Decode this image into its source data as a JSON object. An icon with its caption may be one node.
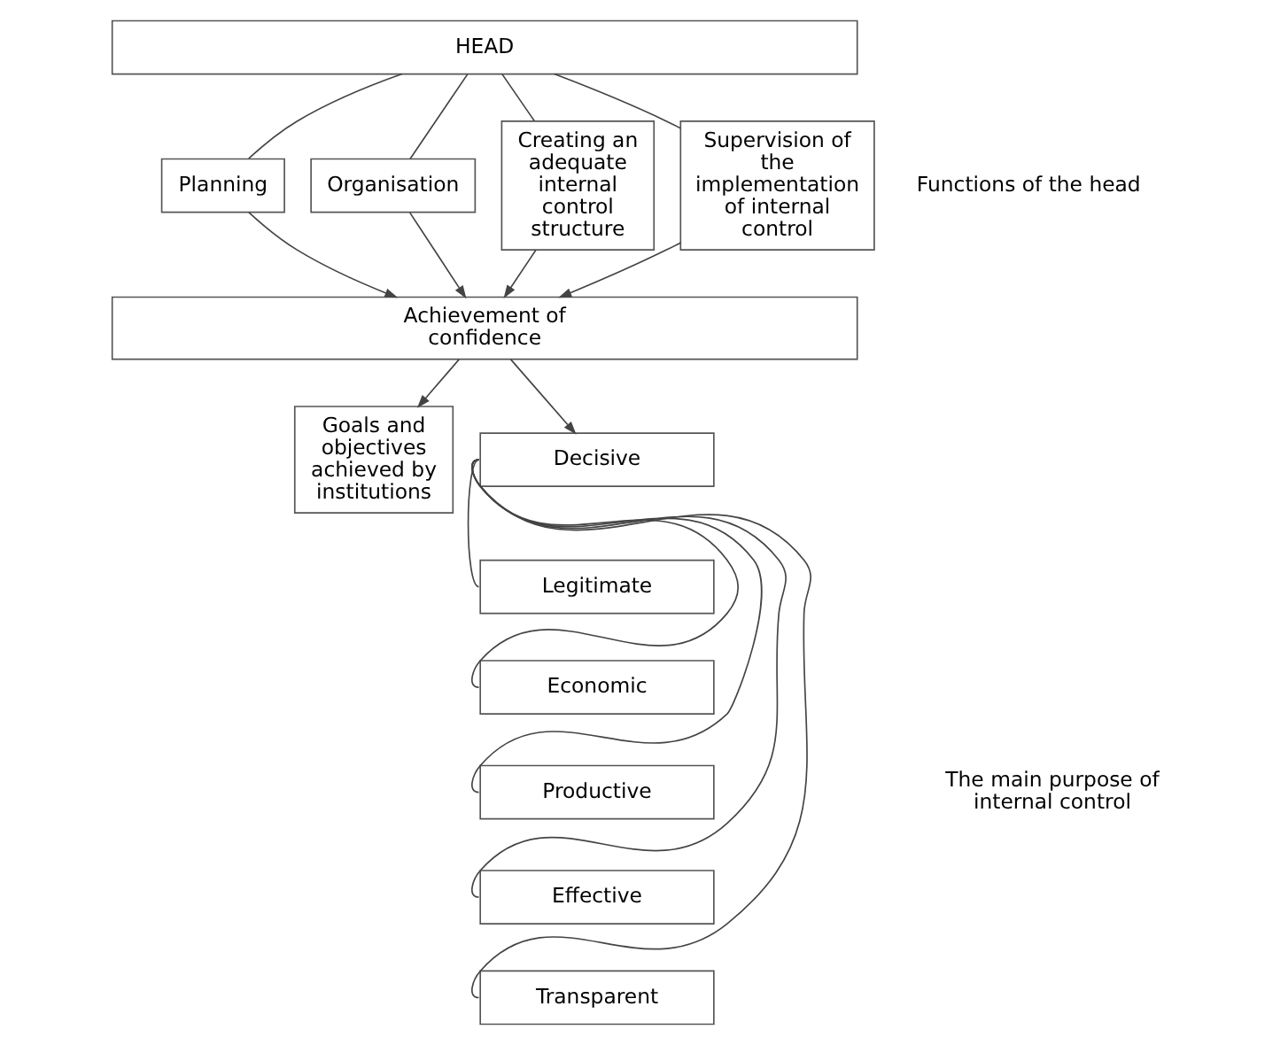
{
  "diagram": {
    "nodes": [
      {
        "text": [
          "HEAD"
        ]
      },
      {
        "text": [
          "Planning"
        ]
      },
      {
        "text": [
          "Organisation"
        ]
      },
      {
        "text": [
          "Creating an adequate internal control structure"
        ]
      },
      {
        "text": [
          "Supervision of the implementation of internal control"
        ]
      },
      {
        "text": [
          "Achievement of confidence"
        ]
      },
      {
        "text": [
          "Goals and objectives achieved by institutions"
        ]
      },
      {
        "text": [
          "Decisive"
        ]
      },
      {
        "text": [
          "Legitimate"
        ]
      },
      {
        "text": [
          "Economic"
        ]
      },
      {
        "text": [
          "Productive"
        ]
      },
      {
        "text": [
          "Effective"
        ]
      },
      {
        "text": [
          "Transparent"
        ]
      }
    ],
    "edges": [
      {
        "from": 0,
        "to": 1,
        "arrow": "none"
      },
      {
        "from": 0,
        "to": 2,
        "arrow": "none"
      },
      {
        "from": 0,
        "to": 3,
        "arrow": "none"
      },
      {
        "from": 0,
        "to": 4,
        "arrow": "none"
      },
      {
        "from": 1,
        "to": 5,
        "arrow": "to"
      },
      {
        "from": 2,
        "to": 5,
        "arrow": "to"
      },
      {
        "from": 3,
        "to": 5,
        "arrow": "to"
      },
      {
        "from": 4,
        "to": 5,
        "arrow": "to"
      },
      {
        "from": 5,
        "to": 6,
        "arrow": "to"
      },
      {
        "from": 5,
        "to": 7,
        "arrow": "to"
      },
      {
        "from": 7,
        "to": 8,
        "arrow": "none"
      },
      {
        "from": 7,
        "to": 9,
        "arrow": "none"
      },
      {
        "from": 7,
        "to": 10,
        "arrow": "none"
      },
      {
        "from": 7,
        "to": 11,
        "arrow": "none"
      },
      {
        "from": 7,
        "to": 12,
        "arrow": "none"
      }
    ],
    "labels": [
      "Functions of the head",
      "The main purpose of internal control"
    ]
  }
}
